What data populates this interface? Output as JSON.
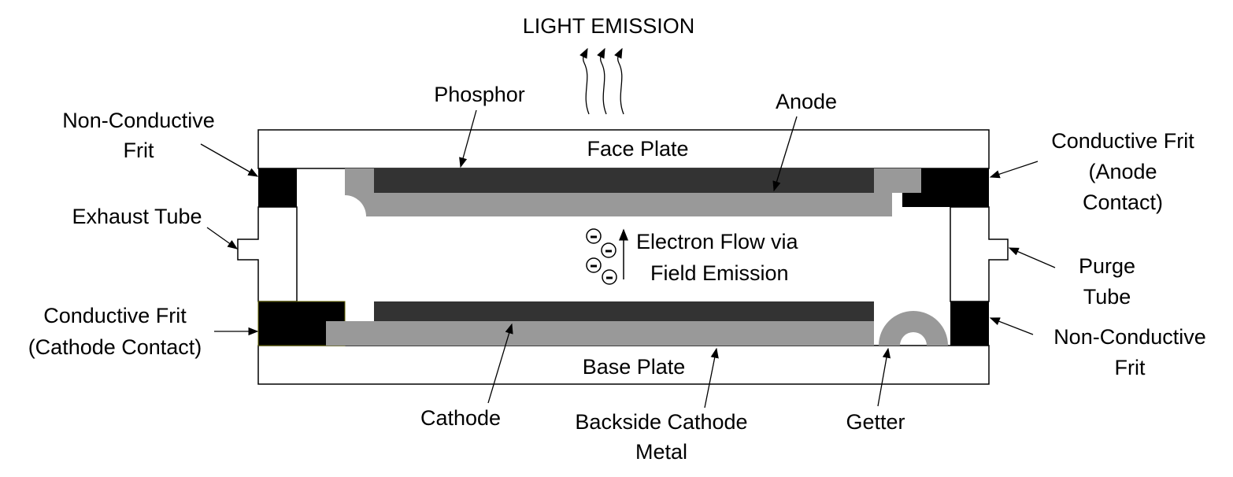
{
  "title": "LIGHT EMISSION",
  "labels": {
    "phosphor": "Phosphor",
    "anode": "Anode",
    "face_plate": "Face Plate",
    "base_plate": "Base Plate",
    "non_conductive_frit_left": [
      "Non-Conductive",
      "Frit"
    ],
    "exhaust_tube": "Exhaust Tube",
    "conductive_frit_cathode": [
      "Conductive Frit",
      "(Cathode Contact)"
    ],
    "conductive_frit_anode": [
      "Conductive Frit",
      "(Anode",
      "Contact)"
    ],
    "purge_tube": [
      "Purge",
      "Tube"
    ],
    "non_conductive_frit_right": [
      "Non-Conductive",
      "Frit"
    ],
    "electron_flow": [
      "Electron Flow via",
      "Field Emission"
    ],
    "cathode": "Cathode",
    "backside_cathode_metal": [
      "Backside Cathode",
      "Metal"
    ],
    "getter": "Getter"
  },
  "colors": {
    "frit": "#000000",
    "phosphor": "#333333",
    "metal": "#999999"
  }
}
